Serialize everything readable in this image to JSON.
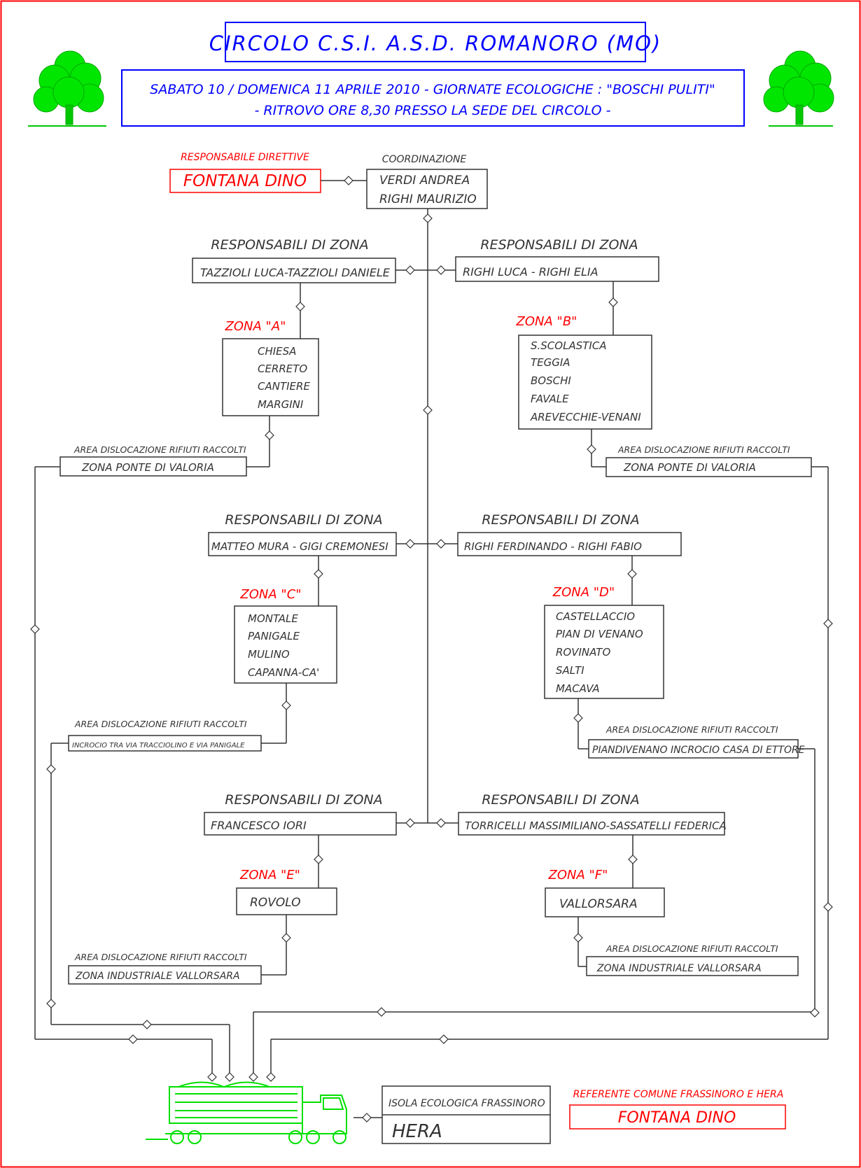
{
  "header": {
    "title": "CIRCOLO C.S.I. A.S.D. ROMANORO (MO)",
    "event_line1": "SABATO 10 / DOMENICA 11 APRILE 2010 - GIORNATE ECOLOGICHE : \"BOSCHI PULITI\"",
    "event_line2": "- RITROVO ORE 8,30 PRESSO LA SEDE DEL CIRCOLO -"
  },
  "directives": {
    "label": "RESPONSABILE DIRETTIVE",
    "name": "FONTANA DINO"
  },
  "coordination": {
    "label": "COORDINAZIONE",
    "names": [
      "VERDI ANDREA",
      "RIGHI MAURIZIO"
    ]
  },
  "resp_label": "RESPONSABILI DI ZONA",
  "area_label": "AREA DISLOCAZIONE RIFIUTI RACCOLTI",
  "zones": {
    "A": {
      "zone_label": "ZONA \"A\"",
      "responsabili": "TAZZIOLI LUCA-TAZZIOLI DANIELE",
      "places": [
        "CHIESA",
        "CERRETO",
        "CANTIERE",
        "MARGINI"
      ],
      "area": "ZONA PONTE DI VALORIA"
    },
    "B": {
      "zone_label": "ZONA \"B\"",
      "responsabili": "RIGHI LUCA  -  RIGHI ELIA",
      "places": [
        "S.SCOLASTICA",
        "TEGGIA",
        "BOSCHI",
        "FAVALE",
        "AREVECCHIE-VENANI"
      ],
      "area": "ZONA PONTE DI VALORIA"
    },
    "C": {
      "zone_label": "ZONA \"C\"",
      "responsabili": "MATTEO MURA  -  GIGI CREMONESI",
      "places": [
        "MONTALE",
        "PANIGALE",
        "MULINO",
        "CAPANNA-CA'"
      ],
      "area": "INCROCIO TRA VIA TRACCIOLINO E VIA PANIGALE"
    },
    "D": {
      "zone_label": "ZONA \"D\"",
      "responsabili": "RIGHI FERDINANDO  -  RIGHI FABIO",
      "places": [
        "CASTELLACCIO",
        "PIAN DI VENANO",
        "ROVINATO",
        "SALTI",
        "MACAVA"
      ],
      "area": "PIANDIVENANO INCROCIO CASA DI ETTORE"
    },
    "E": {
      "zone_label": "ZONA \"E\"",
      "responsabili": "FRANCESCO IORI",
      "places": [
        "ROVOLO"
      ],
      "area": "ZONA INDUSTRIALE VALLORSARA"
    },
    "F": {
      "zone_label": "ZONA \"F\"",
      "responsabili": "TORRICELLI MASSIMILIANO-SASSATELLI FEDERICA",
      "places": [
        "VALLORSARA"
      ],
      "area": "ZONA INDUSTRIALE VALLORSARA"
    }
  },
  "isola": {
    "label": "ISOLA ECOLOGICA FRASSINORO",
    "name": "HERA"
  },
  "referente": {
    "label": "REFERENTE COMUNE FRASSINORO E HERA",
    "name": "FONTANA DINO"
  },
  "colors": {
    "red": "#ff0000",
    "blue": "#0000ff",
    "green": "#00ff00",
    "ink": "#333333"
  }
}
